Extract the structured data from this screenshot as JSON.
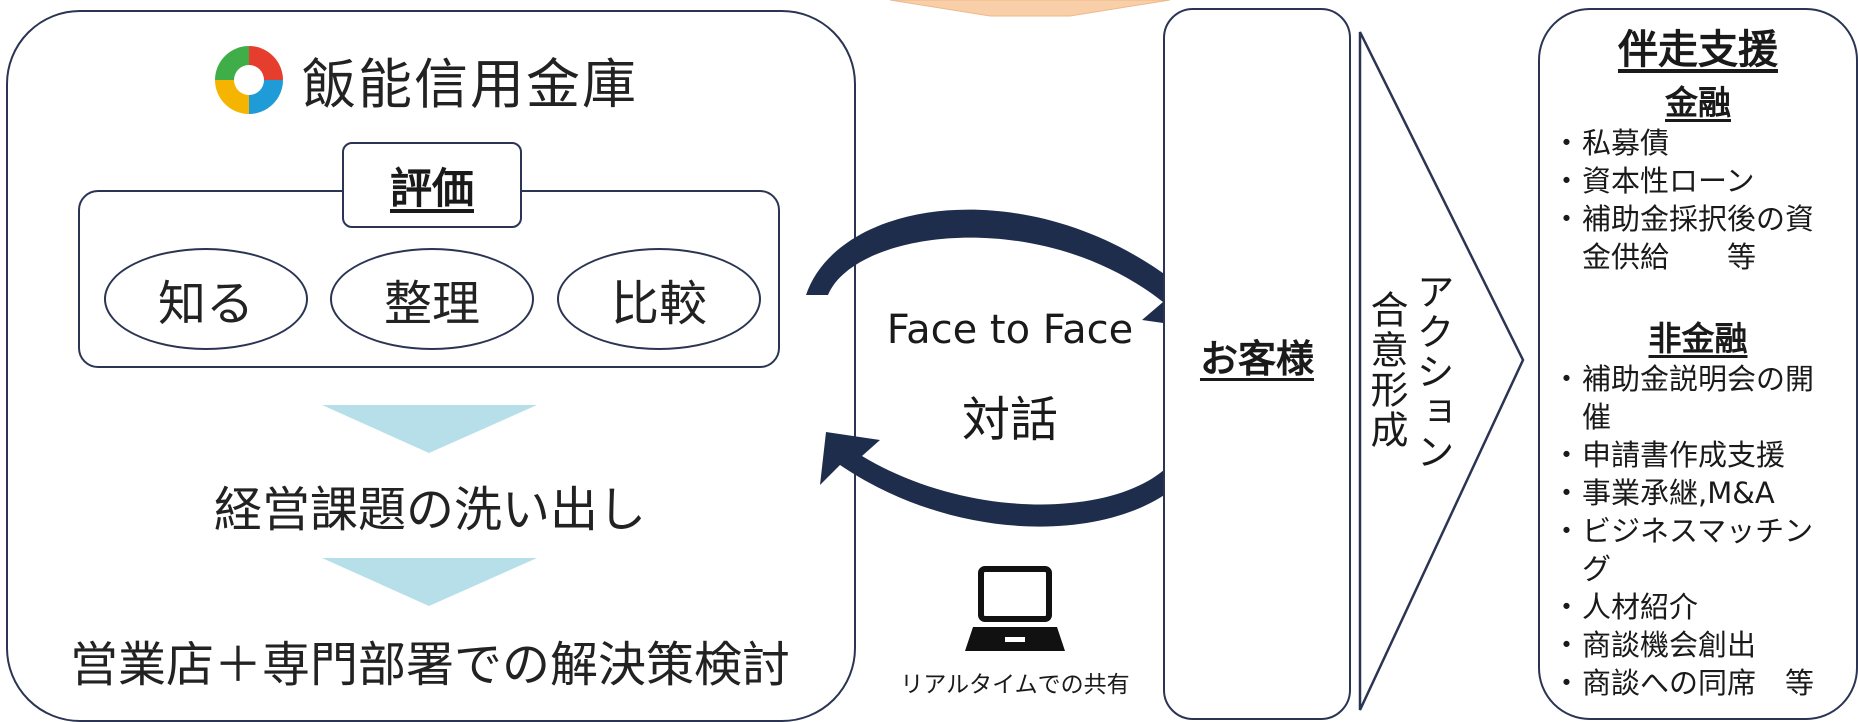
{
  "bank": {
    "name": "飯能信用金庫"
  },
  "evaluation": {
    "label": "評価",
    "steps": [
      "知る",
      "整理",
      "比較"
    ]
  },
  "flow": {
    "issues": "経営課題の洗い出し",
    "solutions": "営業店＋専門部署での解決策検討"
  },
  "dialogue": {
    "face_to_face": "Face to Face",
    "dialogue": "対話",
    "laptop_caption": "リアルタイムでの共有"
  },
  "customer": {
    "label": "お客様"
  },
  "action": {
    "agreement": "合意形成",
    "action": "アクション"
  },
  "support": {
    "title": "伴走支援",
    "financial": {
      "title": "金融",
      "items": [
        "私募債",
        "資本性ローン",
        "補助金採択後の資金供給　　等"
      ]
    },
    "non_financial": {
      "title": "非金融",
      "items": [
        "補助金説明会の開催",
        "申請書作成支援",
        "事業承継,M&A",
        "ビジネスマッチング",
        "人材紹介",
        "商談機会創出",
        "商談への同席　等"
      ]
    }
  },
  "colors": {
    "border": "#2b3553",
    "arrow_dark": "#1f2d4d",
    "chevron": "#b7dfe9",
    "top_arrow": "#f8cfa8",
    "text": "#1a1a1a"
  },
  "icons": [
    "bank-logo-icon",
    "laptop-icon",
    "cycle-arrow-icon"
  ]
}
